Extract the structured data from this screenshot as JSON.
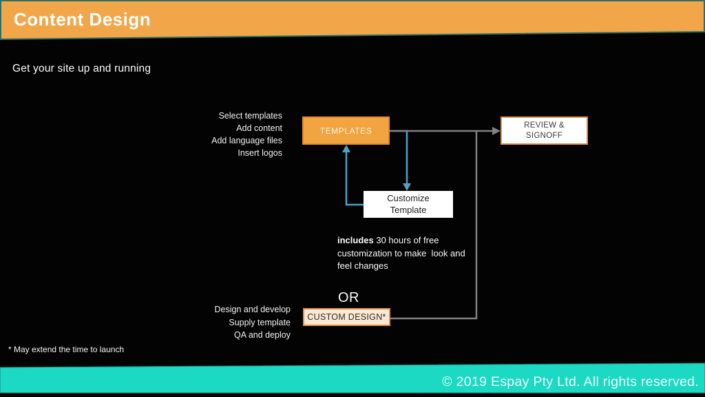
{
  "colors": {
    "header_orange": "#F2A64A",
    "header_border_teal": "#2F6E66",
    "footer_teal": "#1CD9C3",
    "footer_border_teal": "#14857D",
    "arrow_teal": "#4DA3C4",
    "connector_gray": "#818181",
    "box_orange_fill": "#F2A440",
    "box_orange_border": "#DD8C31",
    "review_border_orange": "#E0904A",
    "custom_box_fill": "#FBE9D3",
    "box_white_fill": "#FFFFFF",
    "light_text": "#F1F1F1"
  },
  "header": {
    "title": "Content Design"
  },
  "subtitle": "Get your site up and running",
  "diagram": {
    "template_tasks": [
      "Select templates",
      "Add content",
      "Add language files",
      "Insert logos"
    ],
    "templates_box_label": "TEMPLATES",
    "review_box_line1": "REVIEW &",
    "review_box_line2": "SIGNOFF",
    "customize_box_line1": "Customize",
    "customize_box_line2": "Template",
    "includes_bold": "includes",
    "includes_line1_rest": " 30 hours of free",
    "includes_line2": "customization to make  look and",
    "includes_line3": "feel changes",
    "or_label": "OR",
    "custom_design_box_label": "CUSTOM DESIGN*",
    "custom_tasks": [
      "Design and develop",
      "Supply template",
      "QA and deploy"
    ]
  },
  "footnote": "* May extend the time to launch",
  "footer": {
    "copyright": "© 2019 Espay Pty Ltd. All rights reserved."
  }
}
